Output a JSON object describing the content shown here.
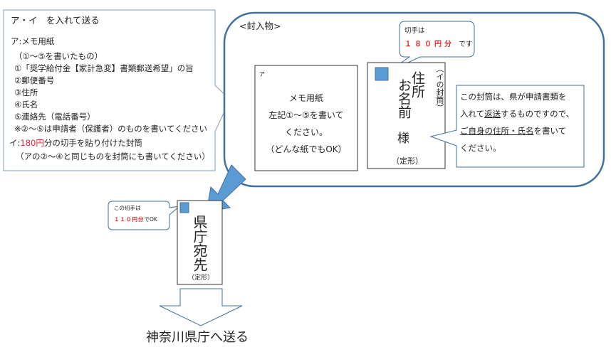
{
  "instructions": {
    "title": "ア・イ　を入れて送る",
    "a_label": "ア:メモ用紙",
    "a_sub": "（①～⑤を書いたもの）",
    "items": [
      "①「奨学給付金【家計急変】書類郵送希望」の旨",
      "②郵便番号",
      "③住所",
      "④氏名",
      "⑤連絡先（電話番号）"
    ],
    "note": "※②～⑤は申請者（保護者）のものを書いてください",
    "i_prefix": "イ:",
    "i_amount": "180円",
    "i_suffix": "分の切手を貼り付けた封筒",
    "i_note": "（アの②～④と同じものを封筒にも書いてください）"
  },
  "enclosure": {
    "title": "<封入物>",
    "stamp_callout": {
      "line1": "切手は",
      "amount": "１８０円分",
      "suffix": "です"
    },
    "memo": {
      "tag": "ア",
      "line1": "メモ用紙",
      "line2": "左記①～⑤を書いて",
      "line3": "ください。",
      "line4": "（どんな紙でもOK）"
    },
    "envelope": {
      "side": "（イの封筒）",
      "col1": "住所",
      "col2": "お名前",
      "sama": "様",
      "size": "（定形）"
    },
    "callout": {
      "line1": "この封筒は、県が申請書類を",
      "line2a": "入れて",
      "line2b": "返送",
      "line2c": "するものですので、",
      "line3a": "ご自身の住所・氏名",
      "line3b": "を書いて",
      "line4": "ください。"
    }
  },
  "outgoing": {
    "stamp_callout": {
      "line1": "この切手は",
      "amount": "１１０円分",
      "suffix": "でOK"
    },
    "envelope": {
      "address": "県庁宛先",
      "size": "（定形）"
    },
    "destination": "神奈川県庁へ送る"
  },
  "colors": {
    "accent": "#5b9bd5",
    "border": "#41719c",
    "red": "#e0282c"
  }
}
